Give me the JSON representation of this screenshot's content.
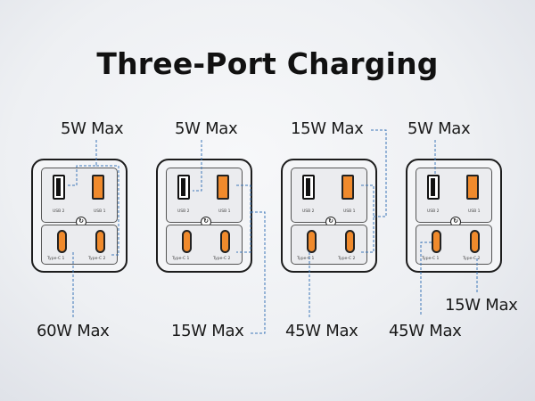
{
  "title": "Three-Port Charging",
  "colors": {
    "accent_orange": "#f08a2c",
    "connector_line": "#3c76b8",
    "text": "#111111"
  },
  "port_labels": {
    "usb2": "USB 2",
    "usb1": "USB 1",
    "typec1": "Type-C 1",
    "typec2": "Type-C 2"
  },
  "configurations": [
    {
      "top_label": "5W Max",
      "bottom_label": "60W Max",
      "port_assignments": {
        "5W Max": [
          "USB 2",
          "Type-C 2"
        ],
        "60W Max": [
          "Type-C 1"
        ]
      }
    },
    {
      "top_label": "5W Max",
      "bottom_label": "15W Max",
      "port_assignments": {
        "5W Max": [
          "USB 2"
        ],
        "15W Max": [
          "USB 1",
          "Type-C 2"
        ]
      }
    },
    {
      "top_label": "15W Max",
      "bottom_label": "45W Max",
      "port_assignments": {
        "15W Max": [
          "USB 1",
          "Type-C 2"
        ],
        "45W Max": [
          "Type-C 1"
        ]
      }
    },
    {
      "top_label": "5W Max",
      "bottom_label": "45W Max",
      "extra_label": "15W Max",
      "port_assignments": {
        "5W Max": [
          "USB 2"
        ],
        "45W Max": [
          "Type-C 1"
        ],
        "15W Max": [
          "Type-C 2"
        ]
      }
    }
  ]
}
